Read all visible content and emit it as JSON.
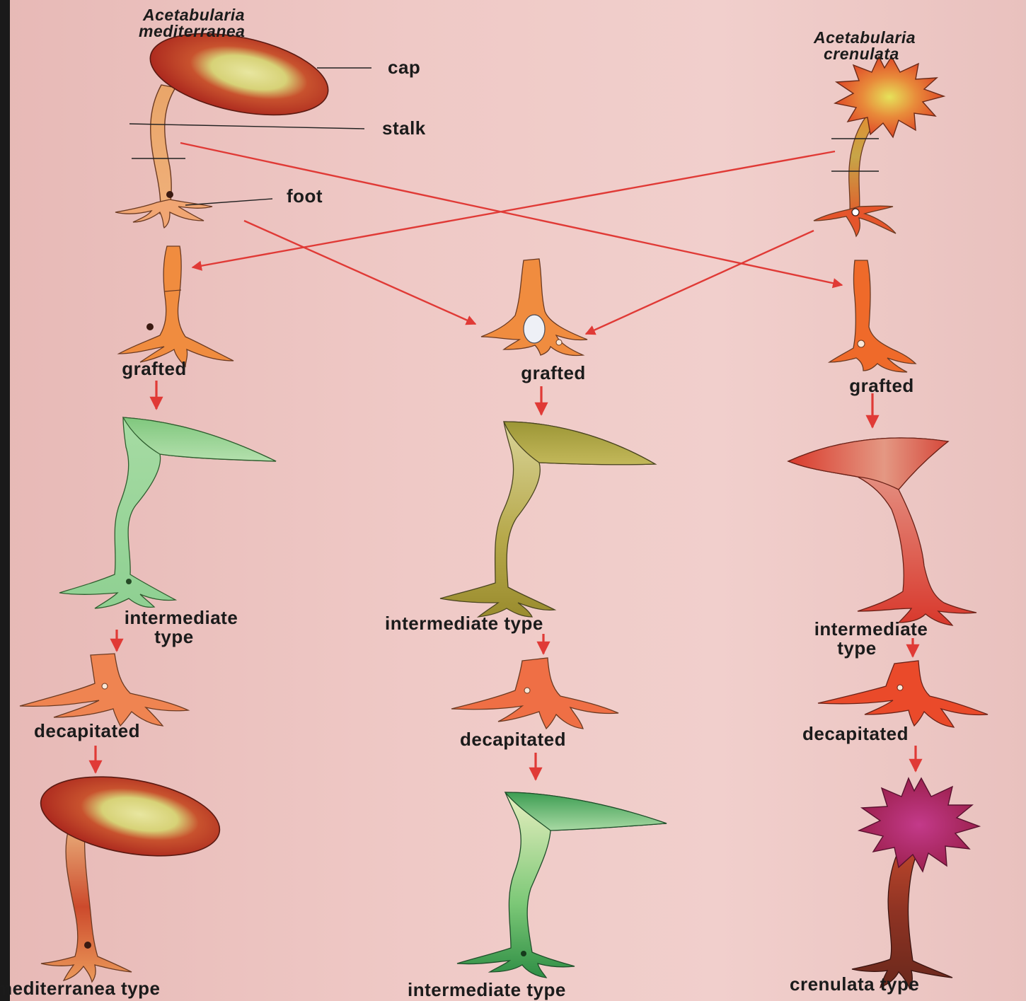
{
  "species": {
    "left_line1": "Acetabularia",
    "left_line2": "mediterranea",
    "right_line1": "Acetabularia",
    "right_line2": "crenulata"
  },
  "parts": {
    "cap": "cap",
    "stalk": "stalk",
    "foot": "foot"
  },
  "stages": {
    "grafted": "grafted",
    "intermediate_line1": "intermediate",
    "intermediate_line2": "type",
    "intermediate_type": "intermediate type",
    "decapitated": "decapitated"
  },
  "results": {
    "left": "mediterranea type",
    "middle": "intermediate type",
    "right": "crenulata type"
  },
  "colors": {
    "arrow": "#e03a36",
    "mediterranea_cap": "#b3291f",
    "crenulata_cap": "#e0522a",
    "stalk_orange": "#ef8a3b",
    "green": "#8ccf8a",
    "olive": "#a9a03f",
    "red": "#d83a2a",
    "magenta": "#b02868"
  }
}
